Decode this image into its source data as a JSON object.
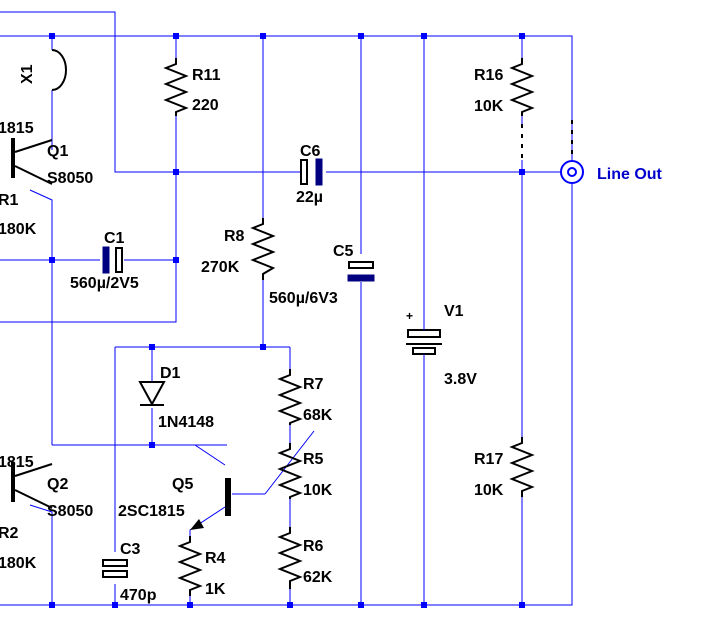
{
  "labels": {
    "x1": "X1",
    "q1": "Q1",
    "q1_part": "S8050",
    "q1_left": "1815",
    "r1": "R1",
    "r1_val": "180K",
    "q2": "Q2",
    "q2_part": "S8050",
    "q2_left": "1815",
    "r2": "R2",
    "r2_val": "180K",
    "r11": "R11",
    "r11_val": "220",
    "c1": "C1",
    "c1_val": "560µ/2V5",
    "r8": "R8",
    "r8_val": "270K",
    "c6": "C6",
    "c6_val": "22µ",
    "c5": "C5",
    "c5_val": "560µ/6V3",
    "v1": "V1",
    "v1_val": "3.8V",
    "v1_plus": "+",
    "r16": "R16",
    "r16_val": "10K",
    "r17": "R17",
    "r17_val": "10K",
    "line_out": "Line Out",
    "d1": "D1",
    "d1_part": "1N4148",
    "r7": "R7",
    "r7_val": "68K",
    "r5": "R5",
    "r5_val": "10K",
    "r6": "R6",
    "r6_val": "62K",
    "q5": "Q5",
    "q5_part": "2SC1815",
    "r4": "R4",
    "r4_val": "1K",
    "c3": "C3",
    "c3_val": "470p"
  },
  "colors": {
    "wire": "#0000ff",
    "component": "#000000",
    "cap_plate": "#000080",
    "label": "#000000",
    "line_out_label": "#0000cc"
  }
}
